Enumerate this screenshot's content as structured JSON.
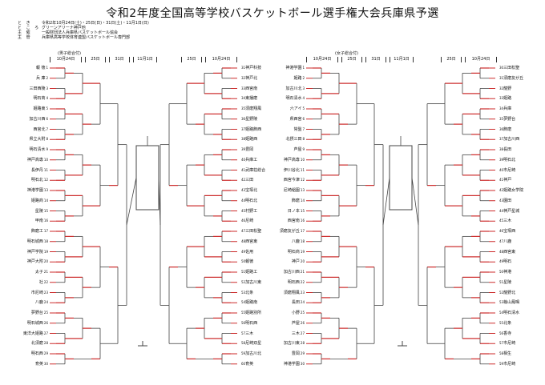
{
  "title": "令和2年度全国高等学校バスケットボール選手権大会兵庫県予選",
  "info": [
    {
      "key": "と き",
      "value": "令和2年10月24日(土)・25日(日)・31日(土)・11月1日(日)"
    },
    {
      "key": "と こ ろ",
      "value": "グリーンアリーナ神戸他"
    },
    {
      "key": "主 催",
      "value": "一般財団法人兵庫県バスケットボール協会"
    },
    {
      "key": "主 管",
      "value": "兵庫県高等学校体育連盟バスケットボール専門部"
    }
  ],
  "sections": {
    "boys": "(男子総合付)",
    "girls": "(女子総合付)"
  },
  "date_headers": {
    "left": [
      "10月24日",
      "25日",
      "31日",
      "11月1日"
    ],
    "center_left": [
      "25日",
      "10月24日"
    ],
    "center_right": [
      "10月24日",
      "25日"
    ],
    "right": [
      "31日",
      "11月1日",
      "25日",
      "10月24日"
    ]
  },
  "boys_left": [
    {
      "name": "報 徳",
      "num": "1"
    },
    {
      "name": "兵 庫",
      "num": "2"
    },
    {
      "name": "三田西陵",
      "num": "3"
    },
    {
      "name": "明石商",
      "num": "4"
    },
    {
      "name": "姫路東",
      "num": "5"
    },
    {
      "name": "加古川西",
      "num": "6"
    },
    {
      "name": "西宮北",
      "num": "7"
    },
    {
      "name": "県立大附",
      "num": "8"
    },
    {
      "name": "明石清水",
      "num": "9"
    },
    {
      "name": "神戸高専",
      "num": "10"
    },
    {
      "name": "長伊丹",
      "num": "11"
    },
    {
      "name": "明石北",
      "num": "12"
    },
    {
      "name": "神港学園",
      "num": "13"
    },
    {
      "name": "姫路商",
      "num": "14"
    },
    {
      "name": "星陵",
      "num": "15"
    },
    {
      "name": "甲南",
      "num": "16"
    },
    {
      "name": "飾磨工",
      "num": "17"
    },
    {
      "name": "明石城西",
      "num": "18"
    },
    {
      "name": "神戸学院",
      "num": "19"
    },
    {
      "name": "神戸大附",
      "num": "20"
    },
    {
      "name": "太子",
      "num": "21"
    },
    {
      "name": "社",
      "num": "22"
    },
    {
      "name": "市尼崎",
      "num": "23"
    },
    {
      "name": "八鹿",
      "num": "24"
    },
    {
      "name": "夢野台",
      "num": "25"
    },
    {
      "name": "明石城西",
      "num": "26"
    },
    {
      "name": "東洋大姫路",
      "num": "27"
    },
    {
      "name": "北須磨",
      "num": "28"
    },
    {
      "name": "明石西",
      "num": "29"
    },
    {
      "name": "育英",
      "num": "30"
    }
  ],
  "boys_right": [
    {
      "name": "神戸科技",
      "num": "31"
    },
    {
      "name": "神戸北",
      "num": "32"
    },
    {
      "name": "西宮南",
      "num": "33"
    },
    {
      "name": "東播磨",
      "num": "34"
    },
    {
      "name": "須磨翔風",
      "num": "35"
    },
    {
      "name": "星野陵",
      "num": "36"
    },
    {
      "name": "姫路飾西",
      "num": "37"
    },
    {
      "name": "姫路西",
      "num": "38"
    },
    {
      "name": "豊岡",
      "num": "39"
    },
    {
      "name": "兵庫工",
      "num": "40"
    },
    {
      "name": "武庫荘総合",
      "num": "41"
    },
    {
      "name": "三田",
      "num": "42"
    },
    {
      "name": "宝塚北",
      "num": "43"
    },
    {
      "name": "明石北",
      "num": "44"
    },
    {
      "name": "村野工",
      "num": "45"
    },
    {
      "name": "尼崎",
      "num": "46"
    },
    {
      "name": "三田松聖",
      "num": "47"
    },
    {
      "name": "西宮東",
      "num": "48"
    },
    {
      "name": "佐用",
      "num": "49"
    },
    {
      "name": "報徳",
      "num": "50"
    },
    {
      "name": "姫路工",
      "num": "51"
    },
    {
      "name": "加古川東",
      "num": "52"
    },
    {
      "name": "北条",
      "num": "53"
    },
    {
      "name": "姫路南",
      "num": "54"
    },
    {
      "name": "姫路別所",
      "num": "55"
    },
    {
      "name": "明石西",
      "num": "56"
    },
    {
      "name": "三木",
      "num": "57"
    },
    {
      "name": "尼崎双星",
      "num": "58"
    },
    {
      "name": "加古川北",
      "num": "59"
    },
    {
      "name": "育英",
      "num": "60"
    }
  ],
  "girls_left": [
    {
      "name": "神港学園",
      "num": "1"
    },
    {
      "name": "姫路",
      "num": "2"
    },
    {
      "name": "加古川北",
      "num": "3"
    },
    {
      "name": "明石清水",
      "num": "4"
    },
    {
      "name": "六アイ",
      "num": "5"
    },
    {
      "name": "県西宮",
      "num": "6"
    },
    {
      "name": "常盤",
      "num": "7"
    },
    {
      "name": "北摂三田",
      "num": "8"
    },
    {
      "name": "芦屋",
      "num": "9"
    },
    {
      "name": "神戸高専",
      "num": "10"
    },
    {
      "name": "伊川谷北",
      "num": "11"
    },
    {
      "name": "西宮今津",
      "num": "12"
    },
    {
      "name": "尼崎稲園",
      "num": "13"
    },
    {
      "name": "飾磨",
      "num": "14"
    },
    {
      "name": "日ノ本",
      "num": "15"
    },
    {
      "name": "西宮南",
      "num": "16"
    },
    {
      "name": "須磨友が丘",
      "num": "17"
    },
    {
      "name": "八鹿",
      "num": "18"
    },
    {
      "name": "明石商",
      "num": "19"
    },
    {
      "name": "神戸",
      "num": "20"
    },
    {
      "name": "加古川西",
      "num": "21"
    },
    {
      "name": "明石西",
      "num": "22"
    },
    {
      "name": "須磨翔風",
      "num": "23"
    },
    {
      "name": "長田",
      "num": "24"
    },
    {
      "name": "小野",
      "num": "25"
    },
    {
      "name": "芦屋",
      "num": "26"
    },
    {
      "name": "三木",
      "num": "27"
    },
    {
      "name": "加古川東",
      "num": "28"
    },
    {
      "name": "豊岡",
      "num": "29"
    },
    {
      "name": "神港学園",
      "num": "30"
    }
  ],
  "girls_right": [
    {
      "name": "三田松聖",
      "num": "30"
    },
    {
      "name": "須磨友が丘",
      "num": "31"
    },
    {
      "name": "龍野",
      "num": "32"
    },
    {
      "name": "姫路",
      "num": "33"
    },
    {
      "name": "兵庫",
      "num": "34"
    },
    {
      "name": "夢野台",
      "num": "35"
    },
    {
      "name": "飾磨",
      "num": "36"
    },
    {
      "name": "加古川西",
      "num": "37"
    },
    {
      "name": "長田",
      "num": "38"
    },
    {
      "name": "明石北",
      "num": "39"
    },
    {
      "name": "市尼崎",
      "num": "40"
    },
    {
      "name": "神戸",
      "num": "41"
    },
    {
      "name": "姫路女学院",
      "num": "42"
    },
    {
      "name": "園田",
      "num": "43"
    },
    {
      "name": "神戸星城",
      "num": "44"
    },
    {
      "name": "三木",
      "num": "45"
    },
    {
      "name": "宝塚西",
      "num": "46"
    },
    {
      "name": "八鹿",
      "num": "47"
    },
    {
      "name": "西宮東",
      "num": "48"
    },
    {
      "name": "明石",
      "num": "49"
    },
    {
      "name": "神港",
      "num": "50"
    },
    {
      "name": "星陵",
      "num": "51"
    },
    {
      "name": "龍野北",
      "num": "52"
    },
    {
      "name": "篠山鳳鳴",
      "num": "53"
    },
    {
      "name": "明石清水",
      "num": "54"
    },
    {
      "name": "北条",
      "num": "55"
    },
    {
      "name": "香寺",
      "num": "56"
    },
    {
      "name": "市尼崎",
      "num": "57"
    },
    {
      "name": "相生",
      "num": "58"
    },
    {
      "name": "市尼崎",
      "num": "59"
    }
  ]
}
